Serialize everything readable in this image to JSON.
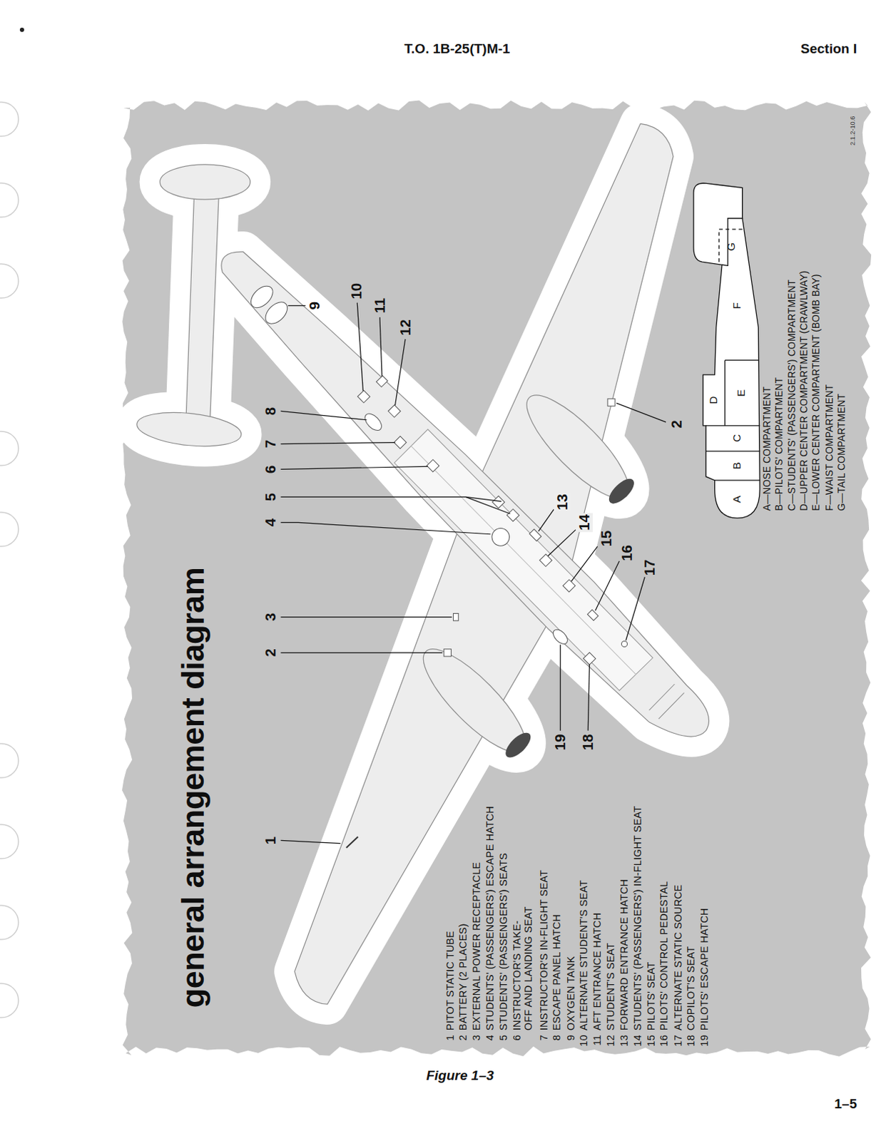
{
  "diagram": {
    "title": "general arrangement diagram",
    "caption": "Figure 1–3",
    "nodes": [
      {
        "text": [
          "A"
        ]
      },
      {
        "text": [
          "B"
        ]
      },
      {
        "text": [
          "C"
        ]
      },
      {
        "text": [
          "D"
        ]
      },
      {
        "text": [
          "E"
        ]
      },
      {
        "text": [
          "F"
        ]
      },
      {
        "text": [
          "G"
        ]
      }
    ],
    "labels": [
      "T.O. 1B-25(T)M-1",
      "Section I",
      "1–5",
      "2.1.2-10.6",
      "1",
      "PITOT STATIC TUBE",
      "2",
      "BATTERY (2 PLACES)",
      "3",
      "EXTERNAL POWER RECEPTACLE",
      "4",
      "STUDENTS' (PASSENGERS') ESCAPE HATCH",
      "5",
      "STUDENTS' (PASSENGERS') SEATS",
      "6",
      "INSTRUCTOR'S TAKE-OFF AND LANDING SEAT",
      "7",
      "INSTRUCTOR'S IN-FLIGHT SEAT",
      "8",
      "ESCAPE PANEL HATCH",
      "9",
      "OXYGEN TANK",
      "10",
      "ALTERNATE STUDENT'S SEAT",
      "11",
      "AFT ENTRANCE HATCH",
      "12",
      "STUDENT'S SEAT",
      "13",
      "FORWARD ENTRANCE HATCH",
      "14",
      "STUDENTS' (PASSENGERS') IN-FLIGHT SEAT",
      "15",
      "PILOTS' SEAT",
      "16",
      "PILOTS' CONTROL PEDESTAL",
      "17",
      "ALTERNATE STATIC SOURCE",
      "18",
      "COPILOT'S SEAT",
      "19",
      "PILOTS' ESCAPE HATCH",
      "1",
      "2",
      "3",
      "4",
      "5",
      "6",
      "7",
      "8",
      "9",
      "10",
      "11",
      "12",
      "13",
      "14",
      "15",
      "16",
      "17",
      "18",
      "19",
      "2",
      "A—NOSE COMPARTMENT",
      "B—PILOTS' COMPARTMENT",
      "C—STUDENTS' (PASSENGERS') COMPARTMENT",
      "D—UPPER CENTER COMPARTMENT (CRAWLWAY)",
      "E—LOWER CENTER COMPARTMENT (BOMB BAY)",
      "F—WAIST COMPARTMENT",
      "G—TAIL COMPARTMENT"
    ]
  }
}
